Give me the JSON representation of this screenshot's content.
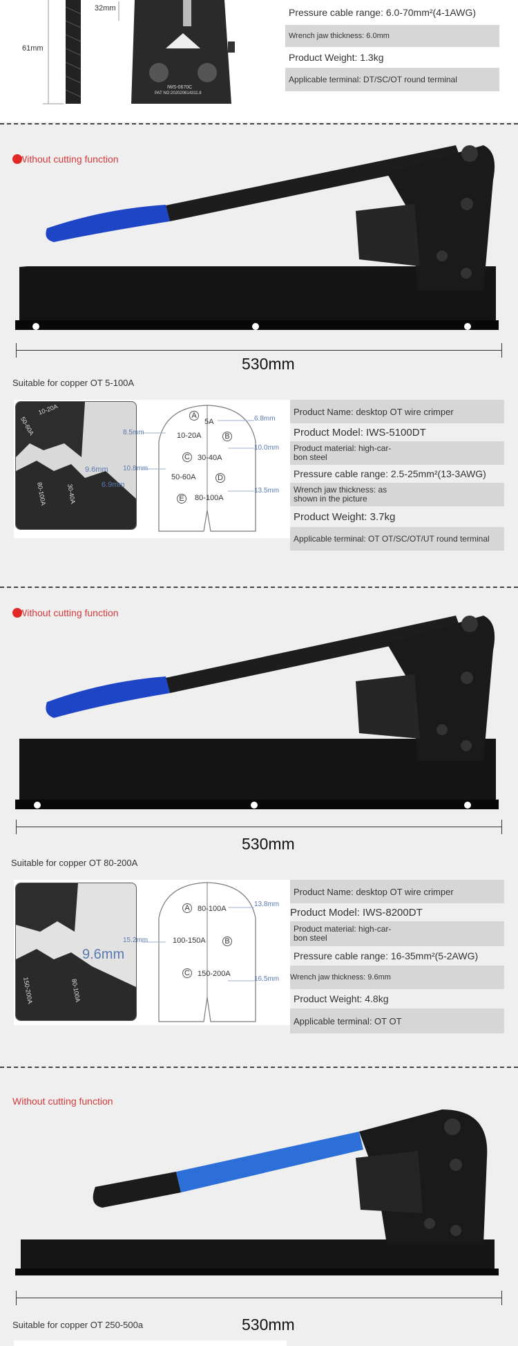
{
  "top": {
    "dims": {
      "width": "32mm",
      "height": "61mm"
    },
    "plate": {
      "model": "IWS-0670C",
      "patent": "PAT NO:202020614311.8"
    },
    "specs": [
      "Pressure cable range: 6.0-70mm²(4-1AWG)",
      "Wrench jaw thickness: 6.0mm",
      "Product Weight: 1.3kg",
      "Applicable terminal: DT/SC/OT round terminal"
    ]
  },
  "sec1": {
    "label": "Without cutting function",
    "length": "530mm",
    "caption": "Suitable for copper OT 5-100A",
    "jaw_labels": [
      "10-20A",
      "50-60A",
      "30-40A",
      "80-100A",
      "9.6mm",
      "6.9mm"
    ],
    "diagram": {
      "slots": [
        {
          "letter": "A",
          "range": "5A"
        },
        {
          "letter": "B",
          "range": "10-20A"
        },
        {
          "letter": "C",
          "range": "30-40A"
        },
        {
          "letter": "D",
          "range": "50-60A"
        },
        {
          "letter": "E",
          "range": "80-100A"
        }
      ],
      "sizes": [
        "6.8mm",
        "8.5mm",
        "10.0mm",
        "10.8mm",
        "13.5mm"
      ]
    },
    "specs": {
      "name": "Product Name: desktop OT wire crimper",
      "model": "Product Model: IWS-5100DT",
      "material_1": "Product material: high-car-",
      "material_2": "bon steel",
      "range": "Pressure cable range: 2.5-25mm²(13-3AWG)",
      "thickness_1": "Wrench jaw thickness: as",
      "thickness_2": "shown in the picture",
      "weight": "Product Weight: 3.7kg",
      "terminal": "Applicable terminal: OT OT/SC/OT/UT round terminal"
    }
  },
  "sec2": {
    "label": "Without cutting function",
    "length": "530mm",
    "caption": "Suitable for copper OT 80-200A",
    "jaw_labels": [
      "9.6mm",
      "150-200A",
      "80-100A"
    ],
    "diagram": {
      "slots": [
        {
          "letter": "A",
          "range": "80-100A"
        },
        {
          "letter": "B",
          "range": "100-150A"
        },
        {
          "letter": "C",
          "range": "150-200A"
        }
      ],
      "sizes": [
        "13.8mm",
        "15.2mm",
        "16.5mm"
      ]
    },
    "specs": {
      "name": "Product Name: desktop OT wire crimper",
      "model": "Product Model: IWS-8200DT",
      "material_1": "Product material: high-car-",
      "material_2": "bon steel",
      "range": "Pressure cable range: 16-35mm²(5-2AWG)",
      "thickness": "Wrench jaw thickness: 9.6mm",
      "weight": "Product Weight: 4.8kg",
      "terminal": "Applicable terminal: OT OT"
    }
  },
  "sec3": {
    "label": "Without cutting function",
    "length": "530mm",
    "caption": "Suitable for copper OT 250-500a"
  }
}
